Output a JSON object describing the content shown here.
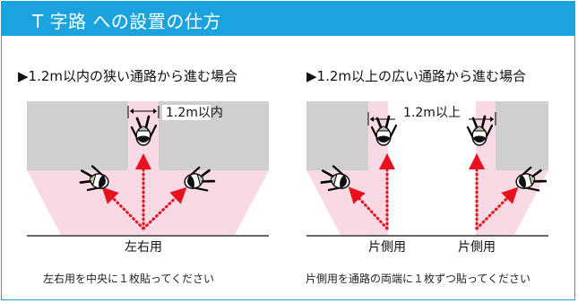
{
  "title": "T 字路 への設置の仕方",
  "colors": {
    "accent": "#1aa3de",
    "zone": "#f9d9e3",
    "wall": "#cfcfcf",
    "arrow": "#e8121e"
  },
  "left_panel": {
    "heading": "▶1.2m以内の狭い通路から進む場合",
    "width_label": "1.2m以内",
    "position_label": "左右用",
    "caption": "左右用を中央に１枚貼ってください"
  },
  "right_panel": {
    "heading": "▶1.2m以上の広い通路から進む場合",
    "width_label": "1.2m以上",
    "position_label_left": "片側用",
    "position_label_right": "片側用",
    "caption": "片側用を通路の両端に１枚ずつ貼ってください"
  }
}
